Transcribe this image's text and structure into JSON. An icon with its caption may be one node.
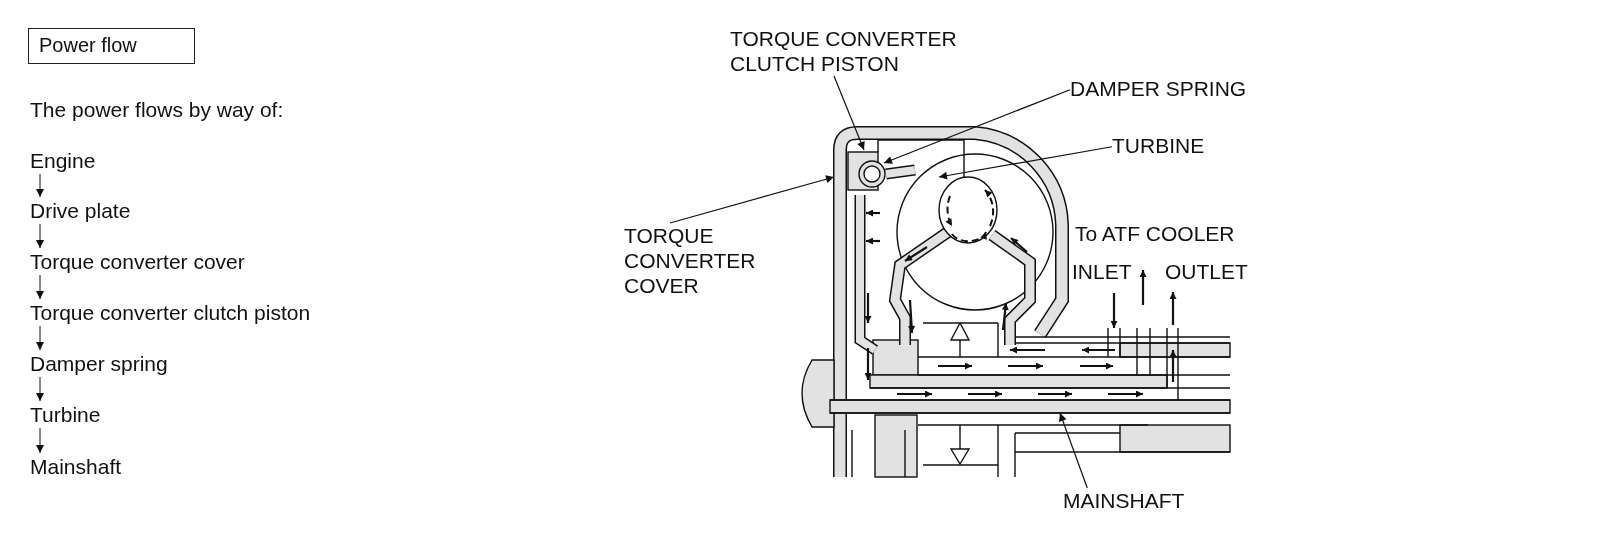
{
  "diagram": {
    "title": "Power flow",
    "nodes": [
      {
        "text": [
          "Engine"
        ]
      },
      {
        "text": [
          "Drive plate"
        ]
      },
      {
        "text": [
          "Torque converter cover"
        ]
      },
      {
        "text": [
          "Torque converter clutch piston"
        ]
      },
      {
        "text": [
          "Damper spring"
        ]
      },
      {
        "text": [
          "Turbine"
        ]
      },
      {
        "text": [
          "Mainshaft"
        ]
      },
      {
        "text": [
          "TORQUE CONVERTER CLUTCH PISTON"
        ]
      },
      {
        "text": [
          "DAMPER SPRING"
        ]
      },
      {
        "text": [
          "TURBINE"
        ]
      },
      {
        "text": [
          "TORQUE CONVERTER COVER"
        ]
      },
      {
        "text": [
          "MAINSHAFT"
        ]
      }
    ],
    "edges": [
      {
        "from": 0,
        "to": 1,
        "arrow": "to"
      },
      {
        "from": 1,
        "to": 2,
        "arrow": "to"
      },
      {
        "from": 2,
        "to": 3,
        "arrow": "to"
      },
      {
        "from": 3,
        "to": 4,
        "arrow": "to"
      },
      {
        "from": 4,
        "to": 5,
        "arrow": "to"
      },
      {
        "from": 5,
        "to": 6,
        "arrow": "to"
      },
      {
        "from": 7,
        "to": null,
        "arrow": "to"
      },
      {
        "from": 8,
        "to": null,
        "arrow": "to"
      },
      {
        "from": 9,
        "to": null,
        "arrow": "to"
      },
      {
        "from": 10,
        "to": null,
        "arrow": "to"
      },
      {
        "from": 11,
        "to": null,
        "arrow": "to"
      }
    ],
    "labels": [
      "The power flows by way of:",
      "To ATF COOLER",
      "INLET",
      "OUTLET"
    ]
  }
}
